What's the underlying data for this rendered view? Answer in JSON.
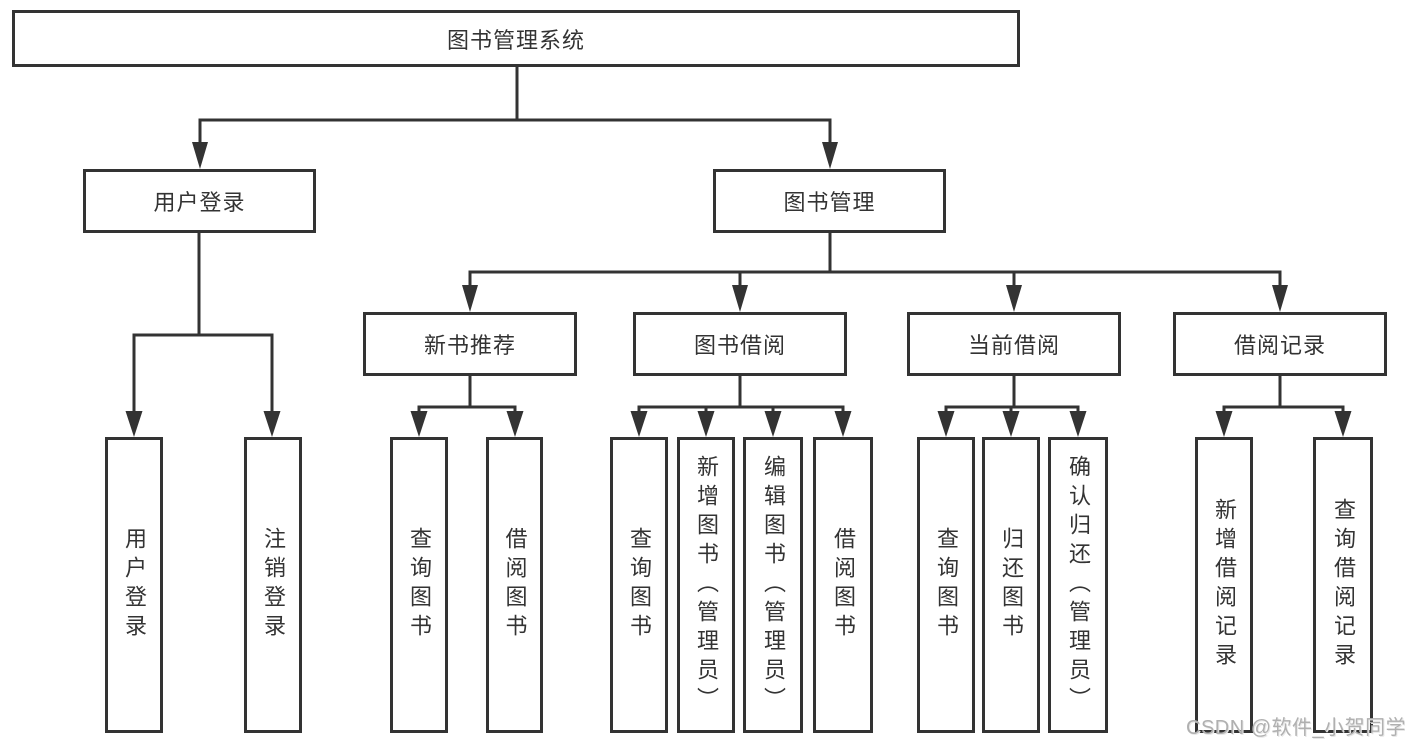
{
  "nodes": {
    "root": "图书管理系统",
    "user_login": "用户登录",
    "book_mgmt": "图书管理",
    "new_book_rec": "新书推荐",
    "book_borrow": "图书借阅",
    "current_borrow": "当前借阅",
    "borrow_record": "借阅记录",
    "leaf_user_login": "用户登录",
    "leaf_logout": "注销登录",
    "leaf_rec_query_book": "查询图书",
    "leaf_rec_borrow_book": "借阅图书",
    "leaf_bb_query_book": "查询图书",
    "leaf_bb_add_book": "新增图书（管理员）",
    "leaf_bb_edit_book": "编辑图书（管理员）",
    "leaf_bb_borrow_book": "借阅图书",
    "leaf_cb_query_book": "查询图书",
    "leaf_cb_return_book": "归还图书",
    "leaf_cb_confirm_return": "确认归还（管理员）",
    "leaf_br_add_record": "新增借阅记录",
    "leaf_br_query_record": "查询借阅记录"
  },
  "watermark": "CSDN @软件_小贺同学",
  "colors": {
    "line": "#333333",
    "text": "#333333",
    "box_background": "#ffffff",
    "watermark": "#b0b0b0",
    "background": "#ffffff"
  }
}
